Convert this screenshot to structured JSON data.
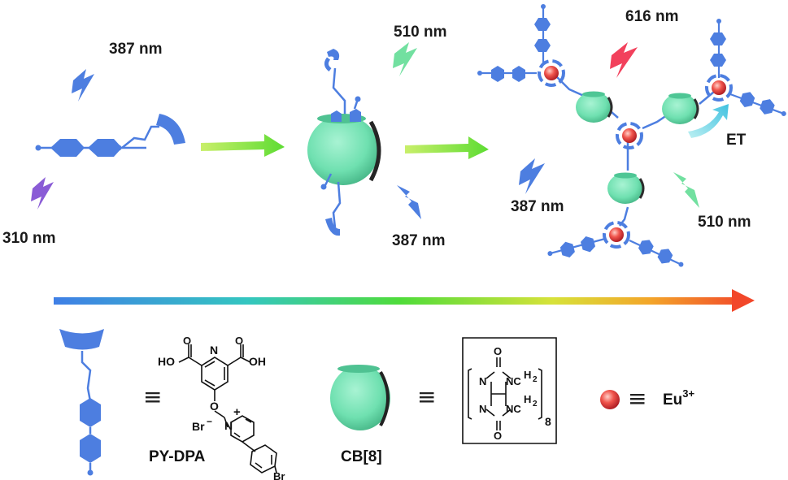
{
  "labels": {
    "step1_top_wavelength": "387 nm",
    "step1_bottom_wavelength": "310 nm",
    "step2_top_wavelength": "510 nm",
    "step2_bottom_wavelength": "387 nm",
    "step3_top_wavelength": "616 nm",
    "step3_left_wavelength": "387 nm",
    "step3_right_wavelength": "510 nm",
    "energy_transfer": "ET"
  },
  "legend": {
    "guest_name": "PY-DPA",
    "host_name": "CB[8]",
    "ion_name": "Eu",
    "ion_charge": "3+",
    "equiv_symbol": "≡",
    "bromide": "Br",
    "bromide_charge": "−",
    "pyridinium_n": "N",
    "pyridinium_charge": "+",
    "pyridine_n": "N",
    "hydroxyl_left": "HO",
    "hydroxyl_right": "OH",
    "ether_o": "O",
    "para_br": "Br",
    "carbonyl_o1": "O",
    "carbonyl_o2": "O",
    "cb_methylene1": "H",
    "cb_methylene2": "H",
    "cb_sub": "2",
    "cb_nc1": "NC",
    "cb_nc2": "NC",
    "cb_n1": "N",
    "cb_n2": "N",
    "cb_repeat": "8"
  },
  "colors": {
    "chromophore_blue": "#4d7ee0",
    "cb_green": "#6fe0b0",
    "eu_red": "#e8363c",
    "flash_violet": "#8a5cd6",
    "flash_green": "#72e0a0",
    "flash_red": "#f2415c",
    "et_cyan": "#4fc9e0"
  }
}
